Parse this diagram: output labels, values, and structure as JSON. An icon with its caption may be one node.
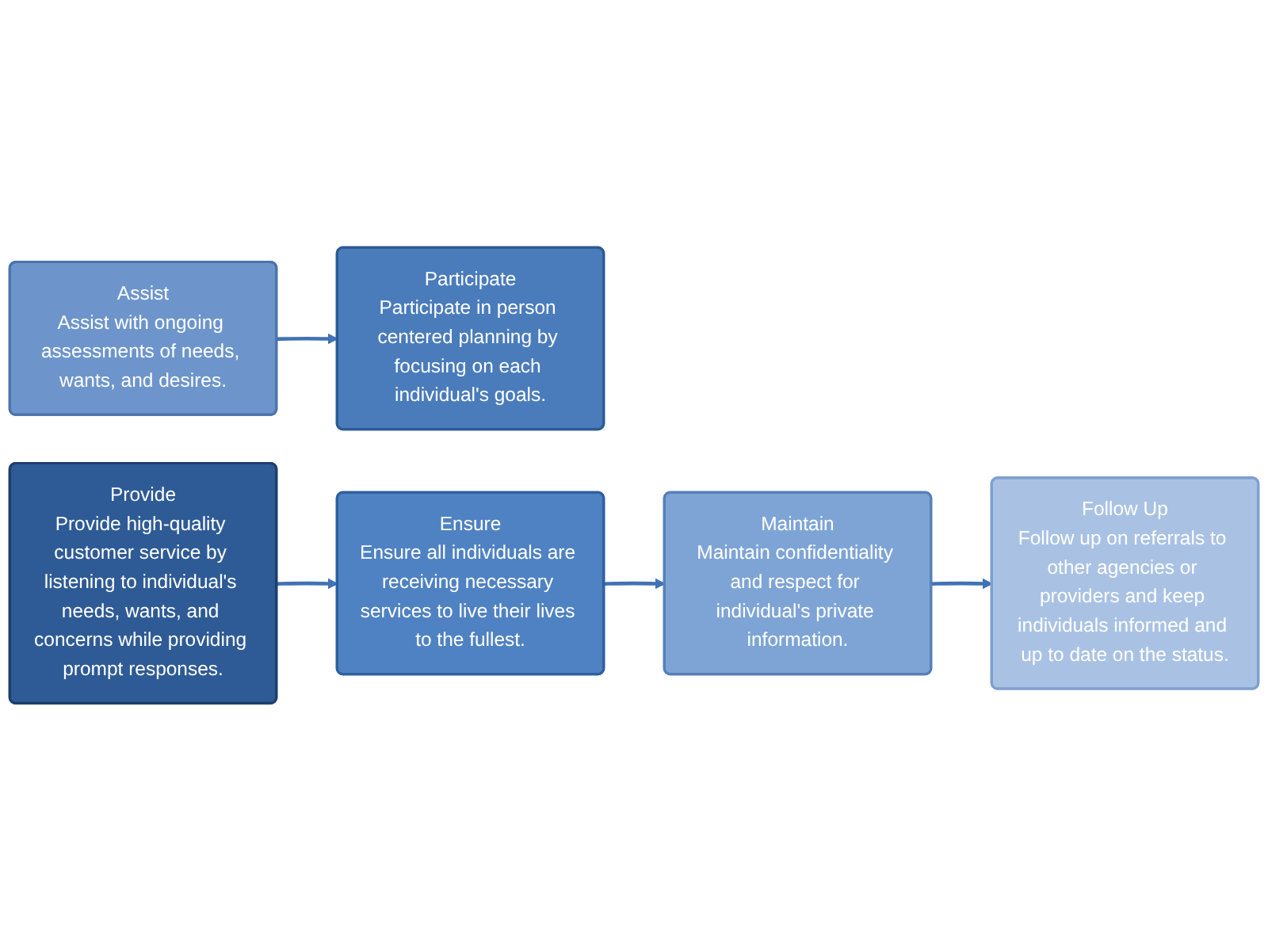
{
  "diagram": {
    "nodes": [
      {
        "text": [
          "Participate",
          "Participate in person centered planning by focusing on each individual's goals."
        ]
      },
      {
        "text": [
          "Provide",
          "Provide high-quality customer service by listening to individual's needs, wants, and concerns while providing prompt responses."
        ]
      },
      {
        "text": [
          "Assist",
          "Assist with ongoing assessments of needs, wants, and desires."
        ]
      },
      {
        "text": [
          "Ensure",
          "Ensure all individuals are receiving necessary services to live their lives to the fullest."
        ]
      },
      {
        "text": [
          "Follow Up",
          "Follow up on referrals to other agencies or providers and keep individuals informed and up to date on the status."
        ]
      },
      {
        "text": [
          "Maintain",
          "Maintain confidentiality and respect for individual's private information."
        ]
      }
    ],
    "edges": [
      {
        "from": 1,
        "to": 3,
        "arrow": "to"
      },
      {
        "from": 3,
        "to": 5,
        "arrow": "to"
      },
      {
        "from": 5,
        "to": 4,
        "arrow": "to"
      },
      {
        "from": 2,
        "to": 0,
        "arrow": "to"
      }
    ]
  }
}
